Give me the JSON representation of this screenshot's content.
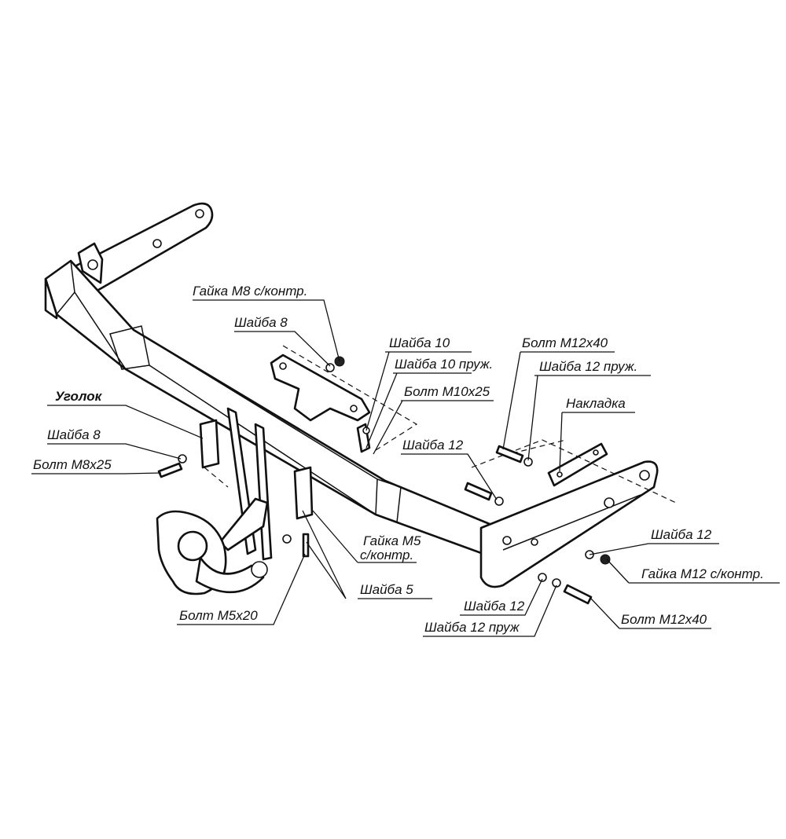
{
  "labels": {
    "gaika_m8": "Гайка М8 с/контр.",
    "shaiba_8_top": "Шайба 8",
    "shaiba_10": "Шайба 10",
    "shaiba_10_pruzh": "Шайба 10 пруж.",
    "bolt_m12x40_top": "Болт М12х40",
    "shaiba_12_pruzh_top": "Шайба 12 пруж.",
    "bolt_m10x25": "Болт М10х25",
    "nakladka": "Накладка",
    "shaiba_12_mid": "Шайба 12",
    "ugolok": "Уголок",
    "shaiba_8_left": "Шайба 8",
    "bolt_m8x25": "Болт М8х25",
    "gaika_m5": "Гайка М5",
    "gaika_m5_suffix": "с/контр.",
    "shaiba_5": "Шайба 5",
    "bolt_m5x20": "Болт М5х20",
    "shaiba_12_right": "Шайба 12",
    "gaika_m12": "Гайка М12 с/контр.",
    "shaiba_12_bottom": "Шайба 12",
    "shaiba_12_pruzh_bottom": "Шайба 12 пруж",
    "bolt_m12x40_bottom": "Болт М12х40"
  }
}
